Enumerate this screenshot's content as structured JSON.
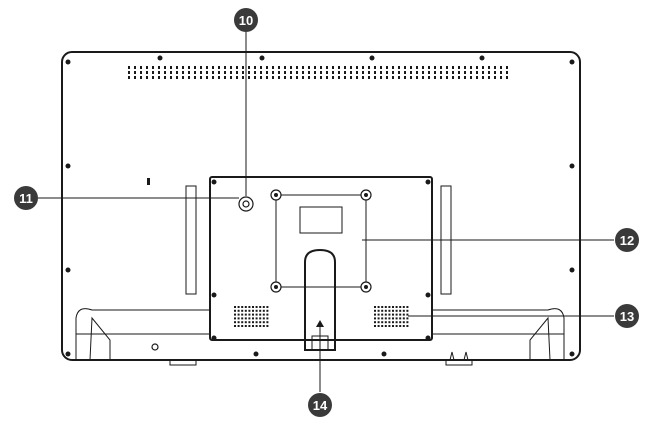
{
  "figure": {
    "callouts": [
      {
        "id": "10",
        "label": "10"
      },
      {
        "id": "11",
        "label": "11"
      },
      {
        "id": "12",
        "label": "12"
      },
      {
        "id": "13",
        "label": "13"
      },
      {
        "id": "14",
        "label": "14"
      }
    ],
    "colors": {
      "line": "#1a1a1a",
      "callout_fill": "#3a3a3a",
      "background": "#ffffff"
    }
  }
}
